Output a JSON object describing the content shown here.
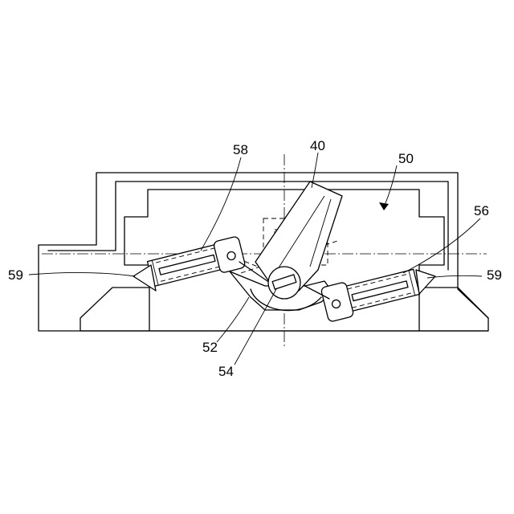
{
  "labels": {
    "lever": "40",
    "device": "50",
    "pivot_base": "52",
    "pivot_pin": "54",
    "right_spring": "56",
    "left_spring": "58",
    "left_tip": "59",
    "right_tip": "59"
  }
}
